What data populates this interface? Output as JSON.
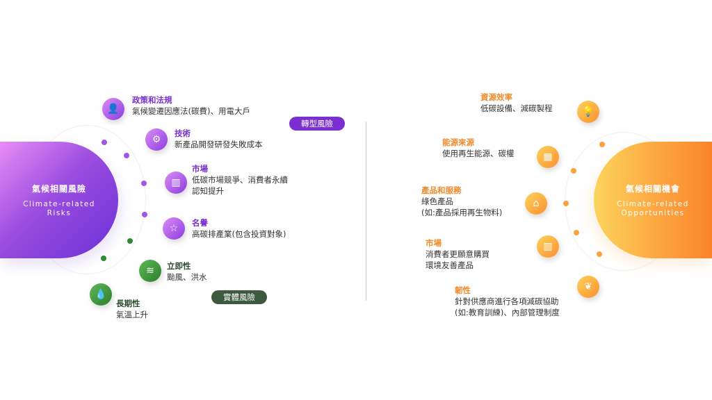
{
  "risks": {
    "title": "氣候相關風險",
    "subtitle": "Climate-related Risks",
    "transition_label": "轉型風險",
    "physical_label": "實體風險",
    "items": [
      {
        "title": "政策和法規",
        "desc": [
          "氣候變遷因應法(碳費)、用電大戶"
        ],
        "icon": "person-icon"
      },
      {
        "title": "技術",
        "desc": [
          "新產品開發研發失敗成本"
        ],
        "icon": "gear-icon"
      },
      {
        "title": "市場",
        "desc": [
          "低碳市場競爭、消費者永續",
          "認知提升"
        ],
        "icon": "bar-chart-icon"
      },
      {
        "title": "名譽",
        "desc": [
          "高碳排產業(包含投資對象)"
        ],
        "icon": "medal-icon"
      },
      {
        "title": "立即性",
        "desc": [
          "颱風、洪水"
        ],
        "icon": "wind-icon"
      },
      {
        "title": "長期性",
        "desc": [
          "氣溫上升"
        ],
        "icon": "water-drop-icon"
      }
    ]
  },
  "opportunities": {
    "title": "氣候相關機會",
    "subtitle": "Climate-related Opportunities",
    "items": [
      {
        "title": "資源效率",
        "desc": [
          "低碳設備、減碳製程"
        ],
        "icon": "lightbulb-icon"
      },
      {
        "title": "能源來源",
        "desc": [
          "使用再生能源、碳權"
        ],
        "icon": "building-energy-icon"
      },
      {
        "title": "產品和服務",
        "desc": [
          "綠色產品",
          "(如:產品採用再生物料)"
        ],
        "icon": "green-house-icon"
      },
      {
        "title": "市場",
        "desc": [
          "消費者更願意購買",
          "環境友善產品"
        ],
        "icon": "buildings-icon"
      },
      {
        "title": "韌性",
        "desc": [
          "針對供應商進行各項減碳協助",
          "(如:教育訓練)、內部管理制度"
        ],
        "icon": "leaves-icon"
      }
    ]
  },
  "colors": {
    "purple": "#7a2fd0",
    "green": "#2f8a32",
    "orange": "#f08a2a",
    "physical_pill": "#3d5a40"
  }
}
